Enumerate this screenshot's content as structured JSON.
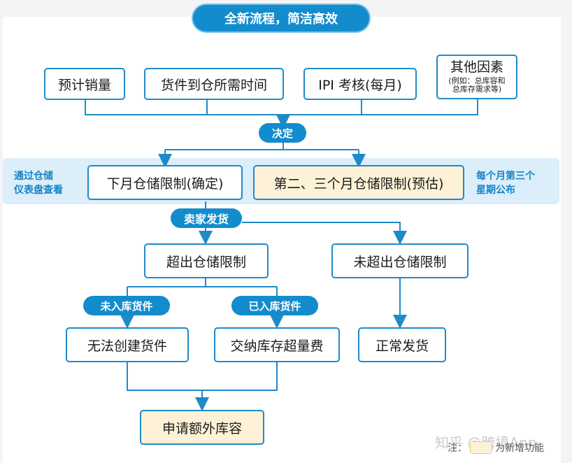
{
  "header": {
    "title": "全新流程，简洁高效"
  },
  "factors": {
    "sales": "预计销量",
    "shipment_time": "货件到仓所需时间",
    "ipi": "IPI 考核(每月)",
    "other_title": "其他因素",
    "other_note_1": "(例如：总库容和",
    "other_note_2": "总库存需求等)"
  },
  "decide_label": "决定",
  "limits": {
    "next_month": "下月仓储限制(确定)",
    "later_months": "第二、三个月仓储限制(预估)",
    "left_note_1": "通过仓储",
    "left_note_2": "仪表盘查看",
    "right_note_1": "每个月第三个",
    "right_note_2": "星期公布"
  },
  "seller_ship_label": "卖家发货",
  "branches": {
    "exceed": "超出仓储限制",
    "not_exceed": "未超出仓储限制",
    "not_stocked_label": "未入库货件",
    "stocked_label": "已入库货件",
    "cannot_create": "无法创建货件",
    "pay_fee": "交纳库存超量费",
    "normal_ship": "正常发货",
    "apply_capacity": "申请额外库容"
  },
  "footer": {
    "note_prefix": "注：",
    "note_suffix": "为新增功能",
    "watermark": "知乎 @跨境Ann"
  },
  "colors": {
    "accent": "#138ccd",
    "line": "#1f8ac9",
    "new_feature_fill": "#fdf2d7",
    "band": "#dbeef9"
  }
}
